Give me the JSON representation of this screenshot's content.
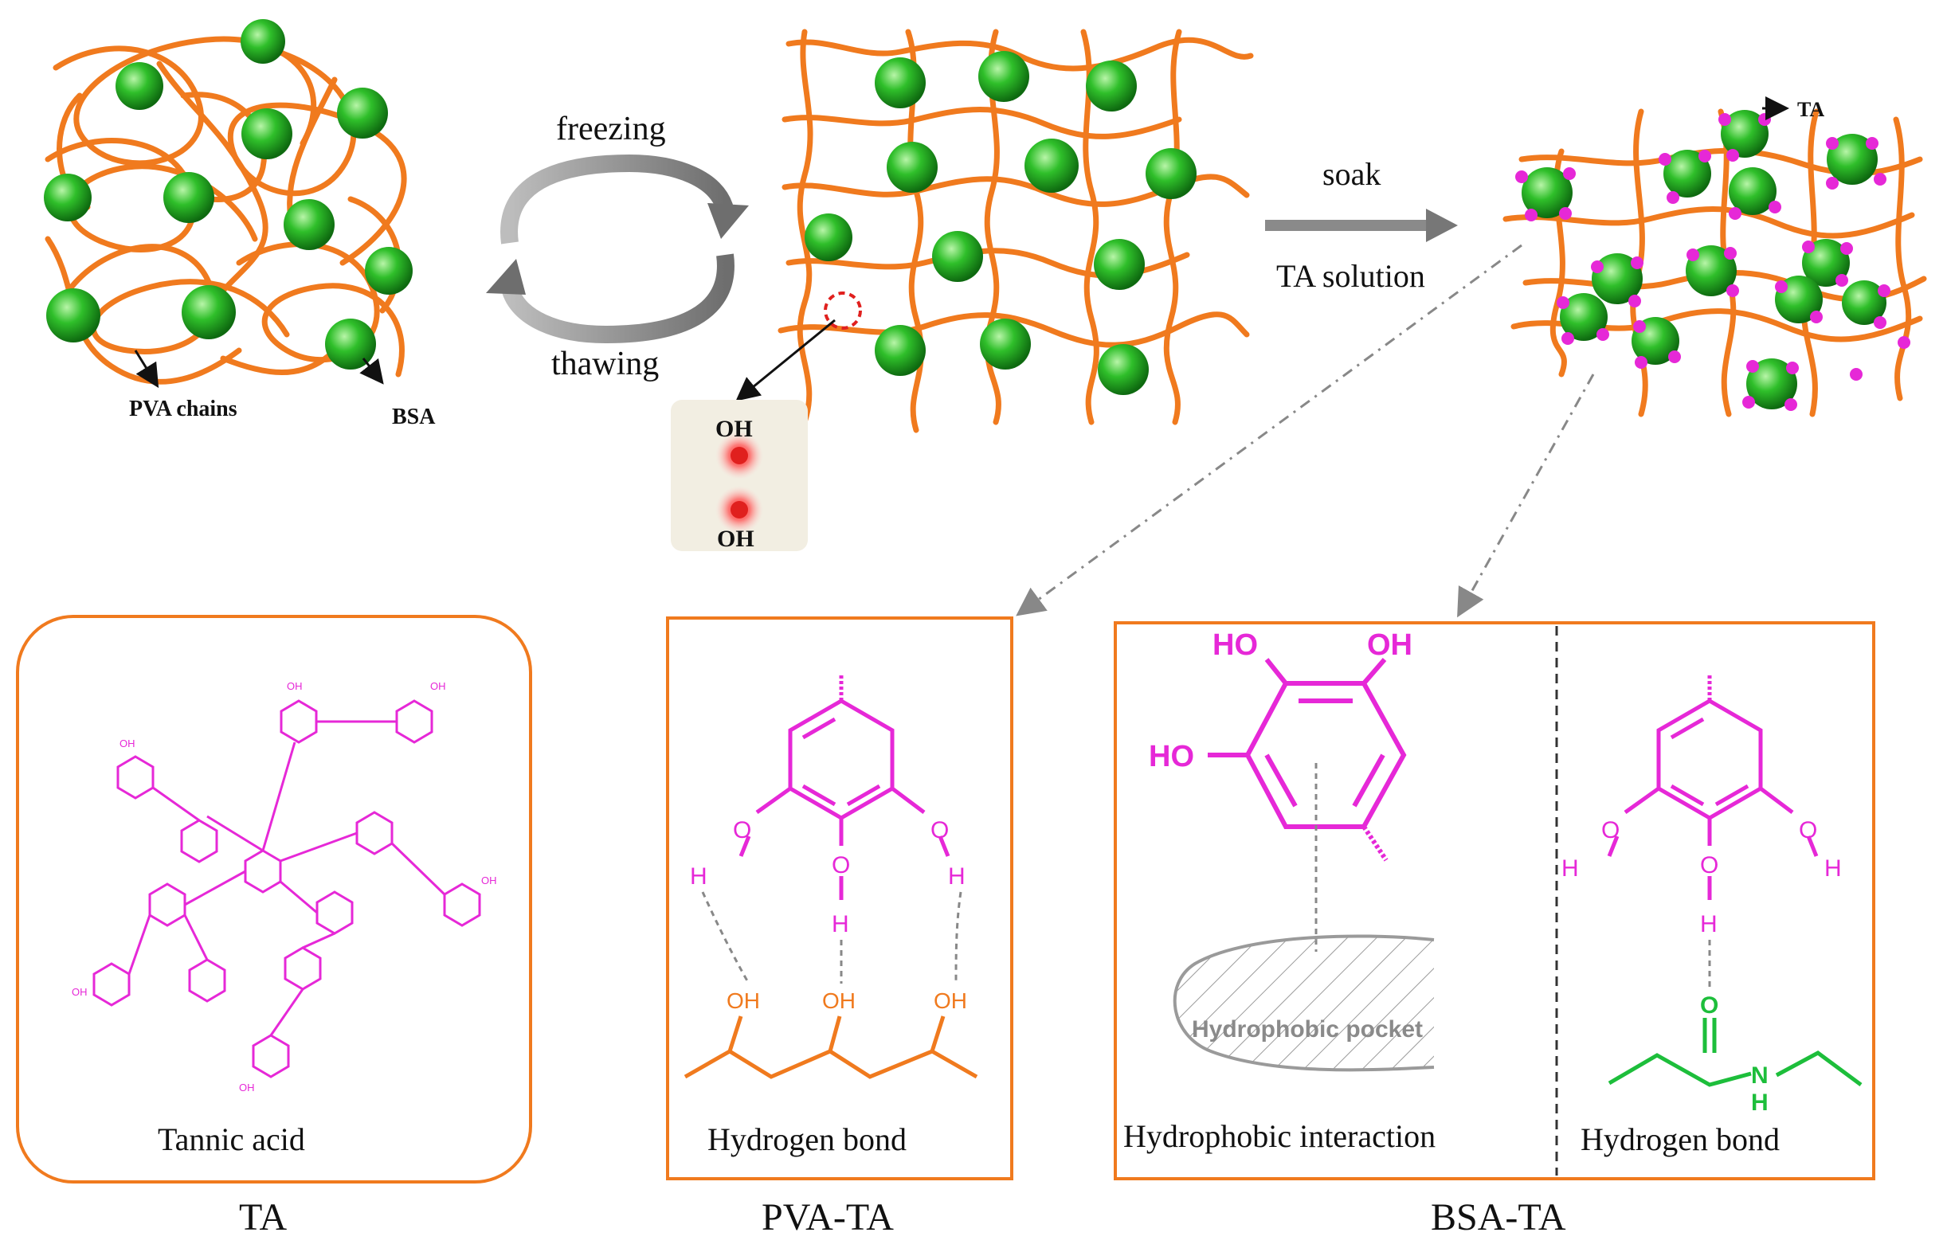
{
  "colors": {
    "pva_chain": "#F07A1E",
    "bsa_sphere": "#2FBF2A",
    "ta_magenta": "#E628D7",
    "box_border": "#F07A1E",
    "amide_green": "#1DBE3B",
    "arrow_gray": "#888888",
    "oh_red": "#E0201E"
  },
  "top": {
    "pva_chains_label": "PVA chains",
    "bsa_label": "BSA",
    "freezing_label": "freezing",
    "thawing_label": "thawing",
    "oh_top": "OH",
    "oh_bottom": "OH",
    "soak_label": "soak",
    "ta_solution_label": "TA solution",
    "ta_marker_label": "TA"
  },
  "panels": {
    "ta": {
      "caption": "Tannic acid",
      "title": "TA",
      "oh_label": "OH"
    },
    "pva_ta": {
      "caption": "Hydrogen bond",
      "title": "PVA-TA",
      "o_label": "O",
      "h_label": "H",
      "pva_oh": "OH"
    },
    "bsa_ta": {
      "caption_left": "Hydrophobic interaction",
      "caption_right": "Hydrogen bond",
      "title": "BSA-TA",
      "ho_label": "HO",
      "oh_label": "OH",
      "pocket_label": "Hydrophobic pocket",
      "o_label": "O",
      "h_label": "H",
      "n_label": "N"
    }
  }
}
